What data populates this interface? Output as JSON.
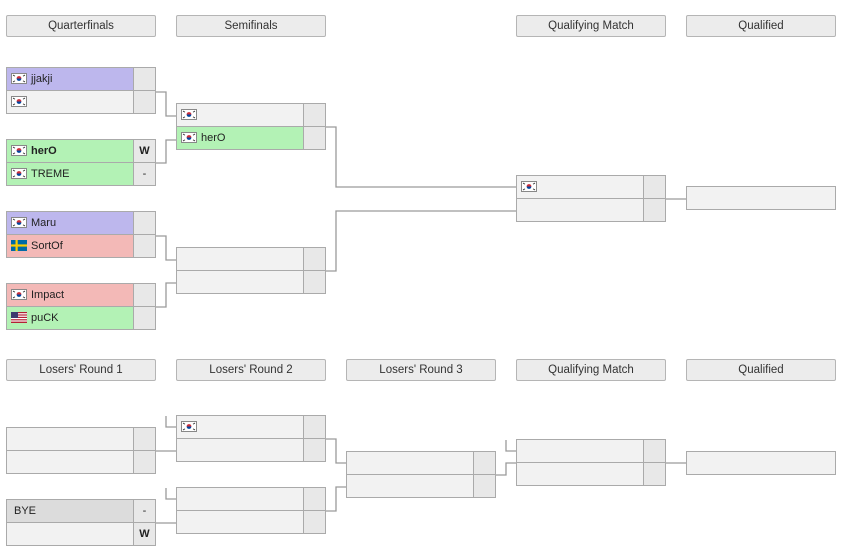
{
  "upper": {
    "headers": [
      "Quarterfinals",
      "Semifinals",
      "Qualifying Match",
      "Qualified"
    ],
    "qf": [
      {
        "top": {
          "name": "jjakji",
          "flag": "kr",
          "score": ""
        },
        "bot": {
          "name": "",
          "flag": "kr",
          "score": ""
        }
      },
      {
        "top": {
          "name": "herO",
          "flag": "kr",
          "score": "W"
        },
        "bot": {
          "name": "TREME",
          "flag": "kr",
          "score": "-"
        }
      },
      {
        "top": {
          "name": "Maru",
          "flag": "kr",
          "score": ""
        },
        "bot": {
          "name": "SortOf",
          "flag": "se",
          "score": ""
        }
      },
      {
        "top": {
          "name": "Impact",
          "flag": "kr",
          "score": ""
        },
        "bot": {
          "name": "puCK",
          "flag": "us",
          "score": ""
        }
      }
    ],
    "sf": [
      {
        "top": {
          "name": "",
          "flag": "kr",
          "score": ""
        },
        "bot": {
          "name": "herO",
          "flag": "kr",
          "score": ""
        }
      },
      {
        "top": {
          "name": "",
          "flag": "",
          "score": ""
        },
        "bot": {
          "name": "",
          "flag": "",
          "score": ""
        }
      }
    ],
    "qm": {
      "top": {
        "name": "",
        "flag": "kr",
        "score": ""
      },
      "bot": {
        "name": "",
        "flag": "",
        "score": ""
      }
    },
    "qualified": {
      "name": ""
    }
  },
  "lower": {
    "headers": [
      "Losers' Round 1",
      "Losers' Round 2",
      "Losers' Round 3",
      "Qualifying Match",
      "Qualified"
    ],
    "lr1": [
      {
        "top": {
          "name": "",
          "flag": "",
          "score": ""
        },
        "bot": {
          "name": "",
          "flag": "",
          "score": ""
        }
      },
      {
        "top": {
          "name": "BYE",
          "flag": "",
          "score": "-"
        },
        "bot": {
          "name": "",
          "flag": "",
          "score": "W"
        }
      }
    ],
    "lr2": [
      {
        "top": {
          "name": "",
          "flag": "kr",
          "score": ""
        },
        "bot": {
          "name": "",
          "flag": "",
          "score": ""
        }
      },
      {
        "top": {
          "name": "",
          "flag": "",
          "score": ""
        },
        "bot": {
          "name": "",
          "flag": "",
          "score": ""
        }
      }
    ],
    "lr3": {
      "top": {
        "name": "",
        "flag": "",
        "score": ""
      },
      "bot": {
        "name": "",
        "flag": "",
        "score": ""
      }
    },
    "qm": {
      "top": {
        "name": "",
        "flag": "",
        "score": ""
      },
      "bot": {
        "name": "",
        "flag": "",
        "score": ""
      }
    },
    "qualified": {
      "name": ""
    }
  },
  "colors": {
    "win": "#b3f2b5",
    "lose": "#f3b9b7",
    "purple": "#bdb7ed",
    "neutral": "#f2f2f2",
    "bye": "#dcdcdc",
    "header": "#ececec",
    "line": "#999999"
  }
}
